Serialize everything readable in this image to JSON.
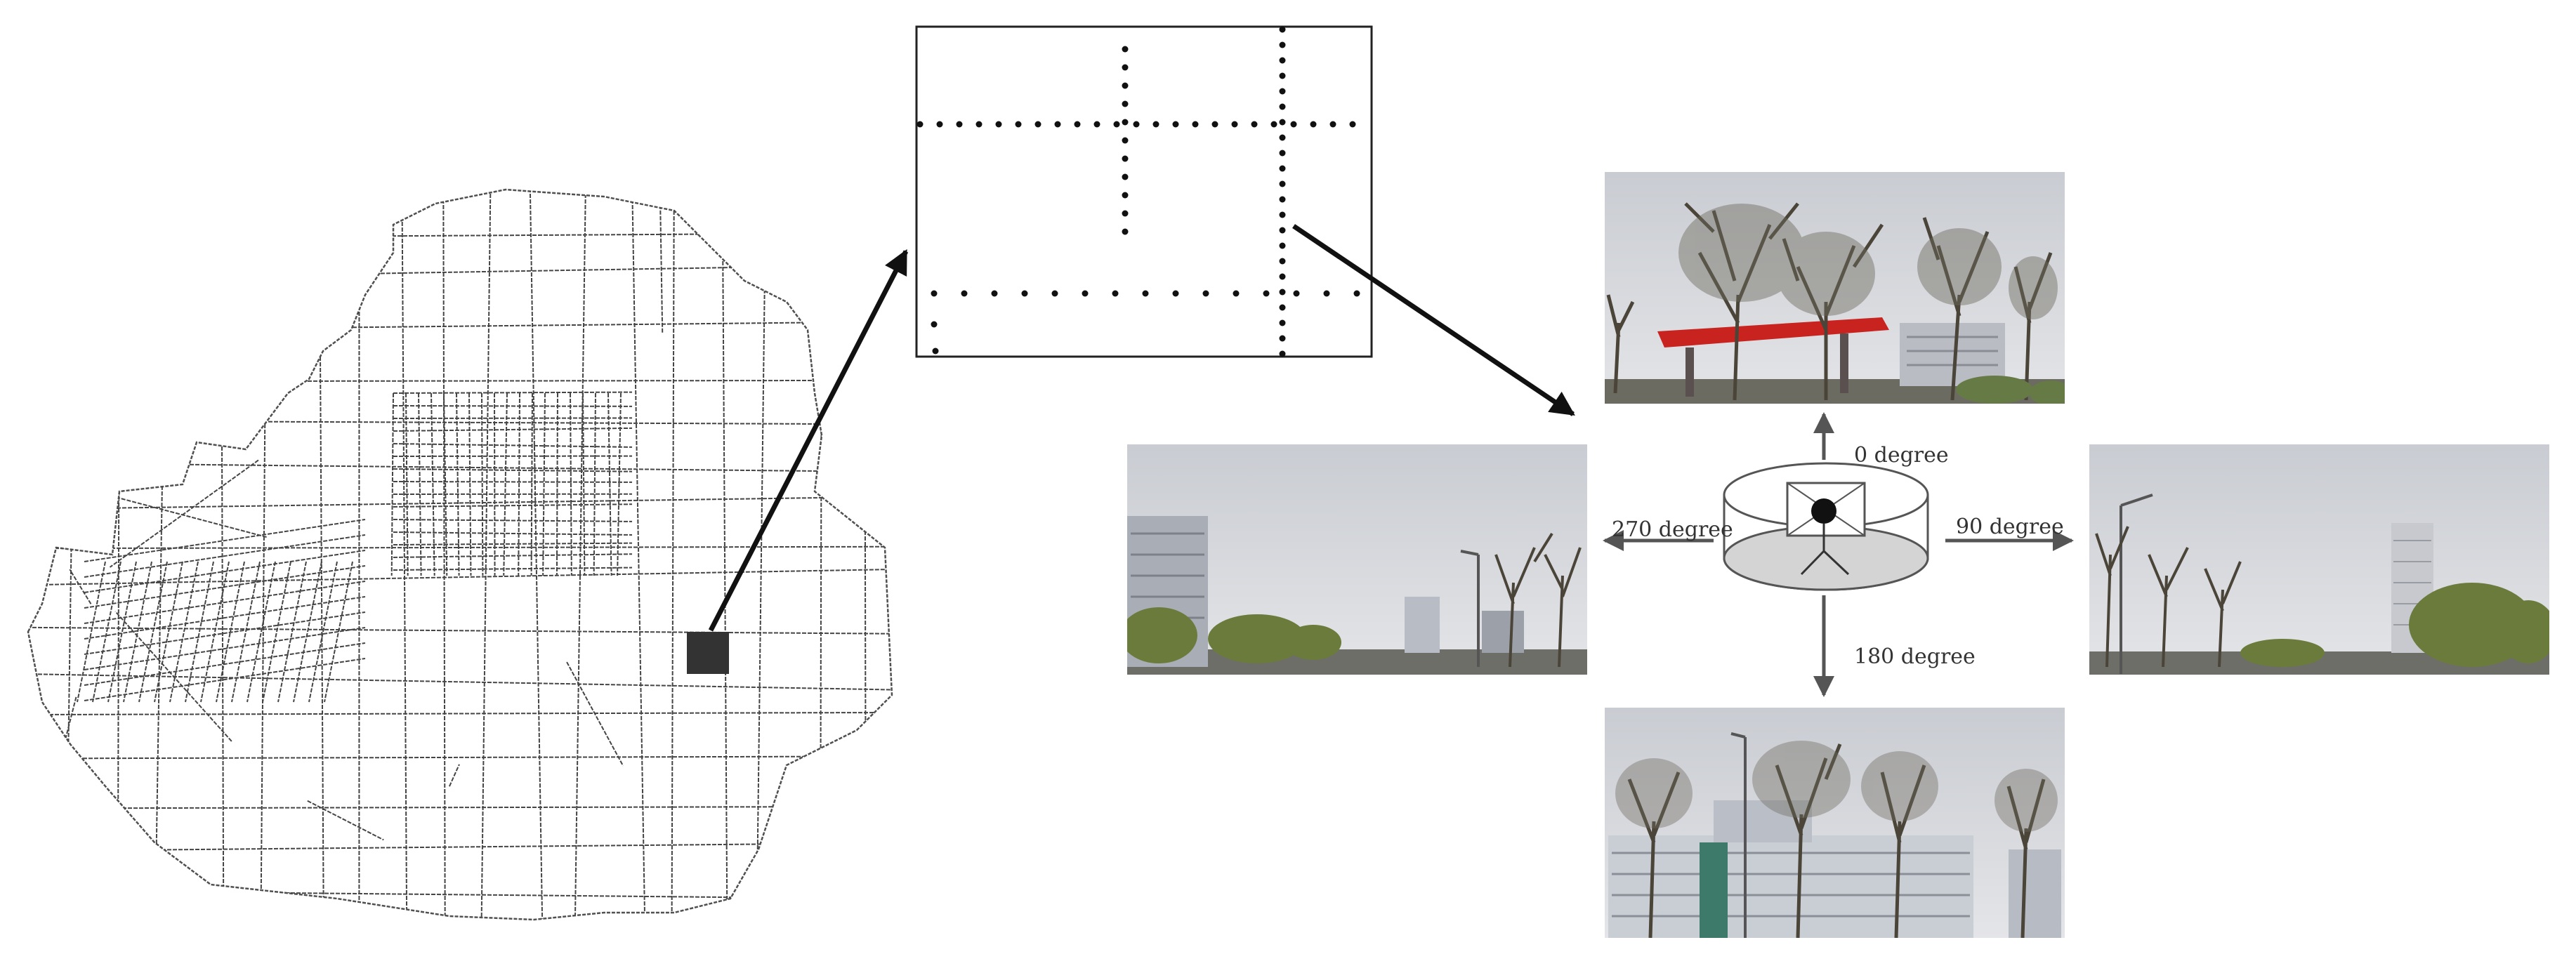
{
  "directions": {
    "north": "0 degree",
    "east": "90 degree",
    "south": "180 degree",
    "west": "270 degree"
  },
  "colors": {
    "roads": "#404040",
    "marker": "#333333",
    "arrow": "#111111",
    "sky": "#d6d8dd",
    "tree": "#4a4538",
    "station_canopy": "#c8231f"
  },
  "icons": {
    "road_network": "city-road-network-map",
    "sampling_area": "sample-points-zoom",
    "camera": "panoramic-camera-icon"
  }
}
